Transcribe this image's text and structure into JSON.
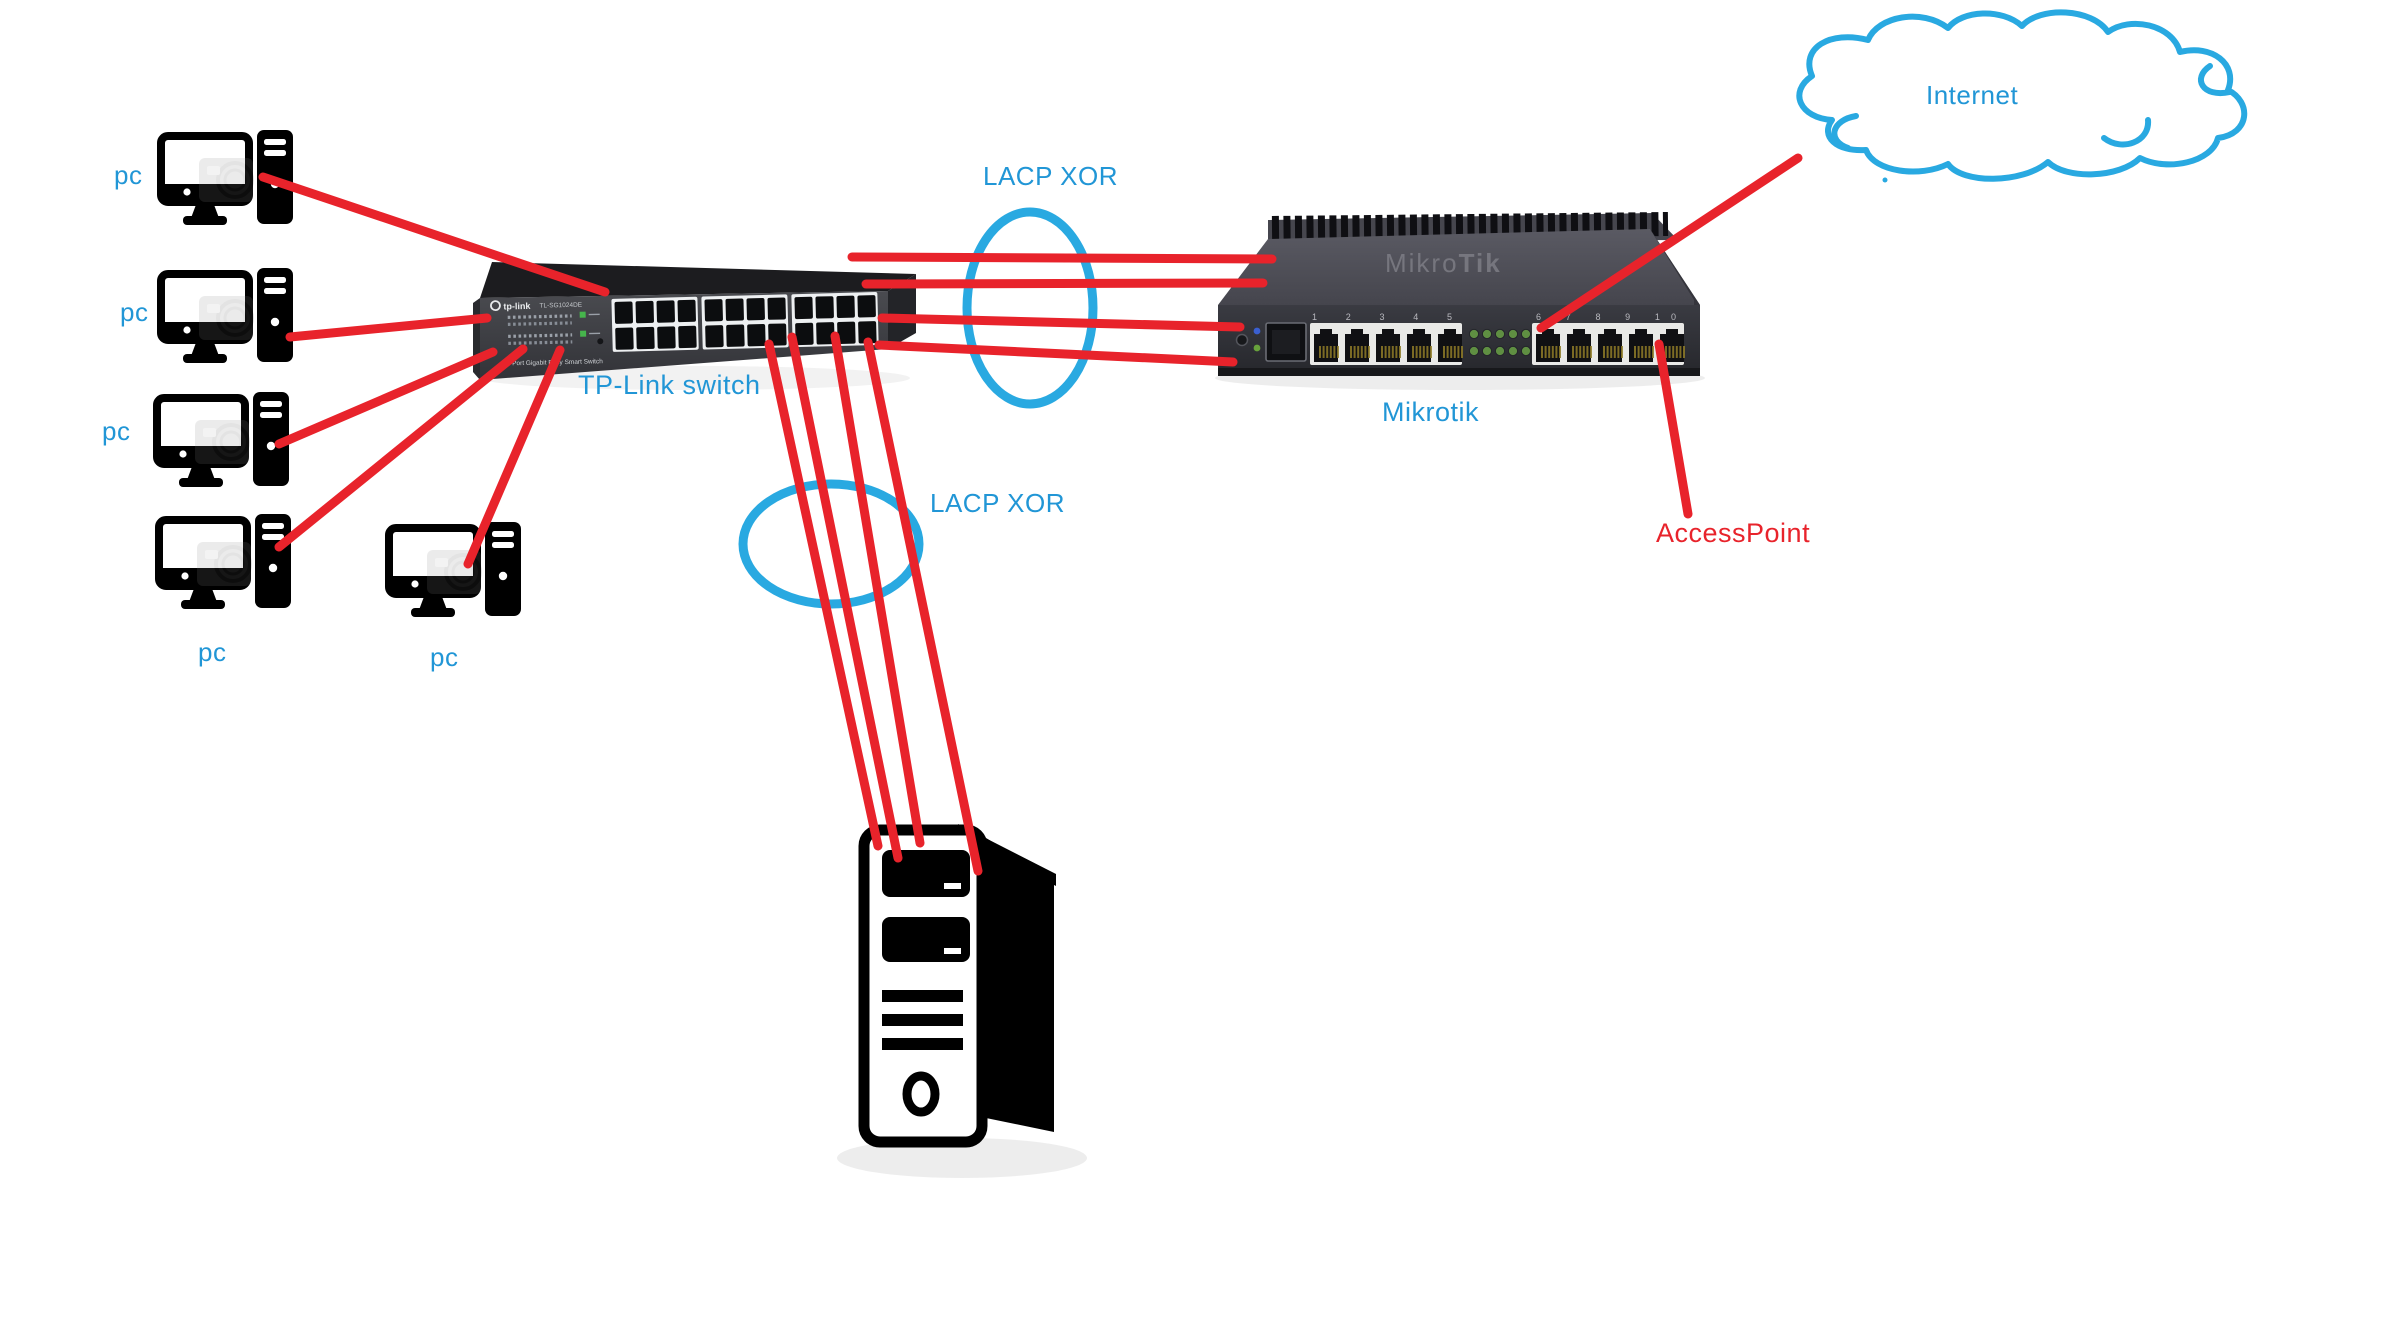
{
  "diagram": {
    "background": "#ffffff",
    "colors": {
      "label_blue": "#2196d6",
      "shape_blue": "#29a9e1",
      "line_red": "#e8232b",
      "device_dark": "#3d3e42"
    }
  },
  "nodes": {
    "pcs": [
      {
        "label": "pc"
      },
      {
        "label": "pc"
      },
      {
        "label": "pc"
      },
      {
        "label": "pc"
      },
      {
        "label": "pc"
      }
    ],
    "switch": {
      "label": "TP-Link switch",
      "brand": "tp-link",
      "model": "TL-SG1024DE",
      "caption": "24-Port Gigabit Easy Smart Switch"
    },
    "router": {
      "label": "Mikrotik",
      "brand_a": "Mikro",
      "brand_b": "Tik",
      "port_labels_left": "1 2 3 4 5",
      "port_labels_right": "6 7 8 9 10"
    },
    "server": {},
    "internet": {
      "label": "Internet"
    },
    "access_point": {
      "label": "AccessPoint"
    }
  },
  "annotations": {
    "lacp_top": "LACP XOR",
    "lacp_bottom": "LACP XOR"
  }
}
